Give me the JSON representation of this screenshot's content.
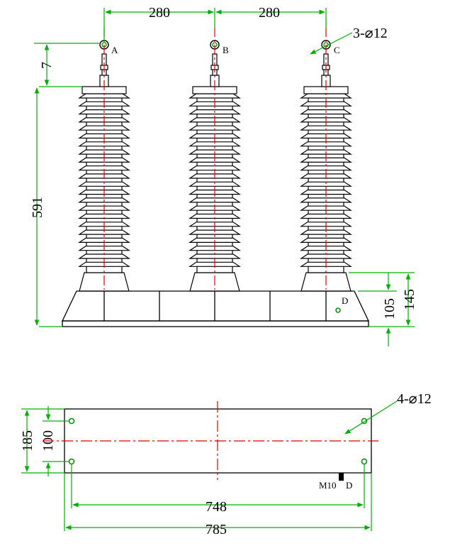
{
  "dimensions": {
    "phase_spacing_1": "280",
    "phase_spacing_2": "280",
    "terminal_holes": "3-⌀12",
    "terminal_offset": "7",
    "overall_height": "591",
    "base_height": "145",
    "base_top": "105",
    "plan_height": "185",
    "plan_hole_spacing_y": "100",
    "mount_holes": "4-⌀12",
    "hole_spacing_x": "748",
    "base_length": "785"
  },
  "labels": {
    "terminal_a": "A",
    "terminal_b": "B",
    "terminal_c": "C",
    "ground_front": "D",
    "ground_plan": "D",
    "ground_bolt": "M10"
  },
  "colors": {
    "outline": "#000000",
    "dimension": "#00b000",
    "centerline": "#e00000",
    "hole": "#008800"
  }
}
